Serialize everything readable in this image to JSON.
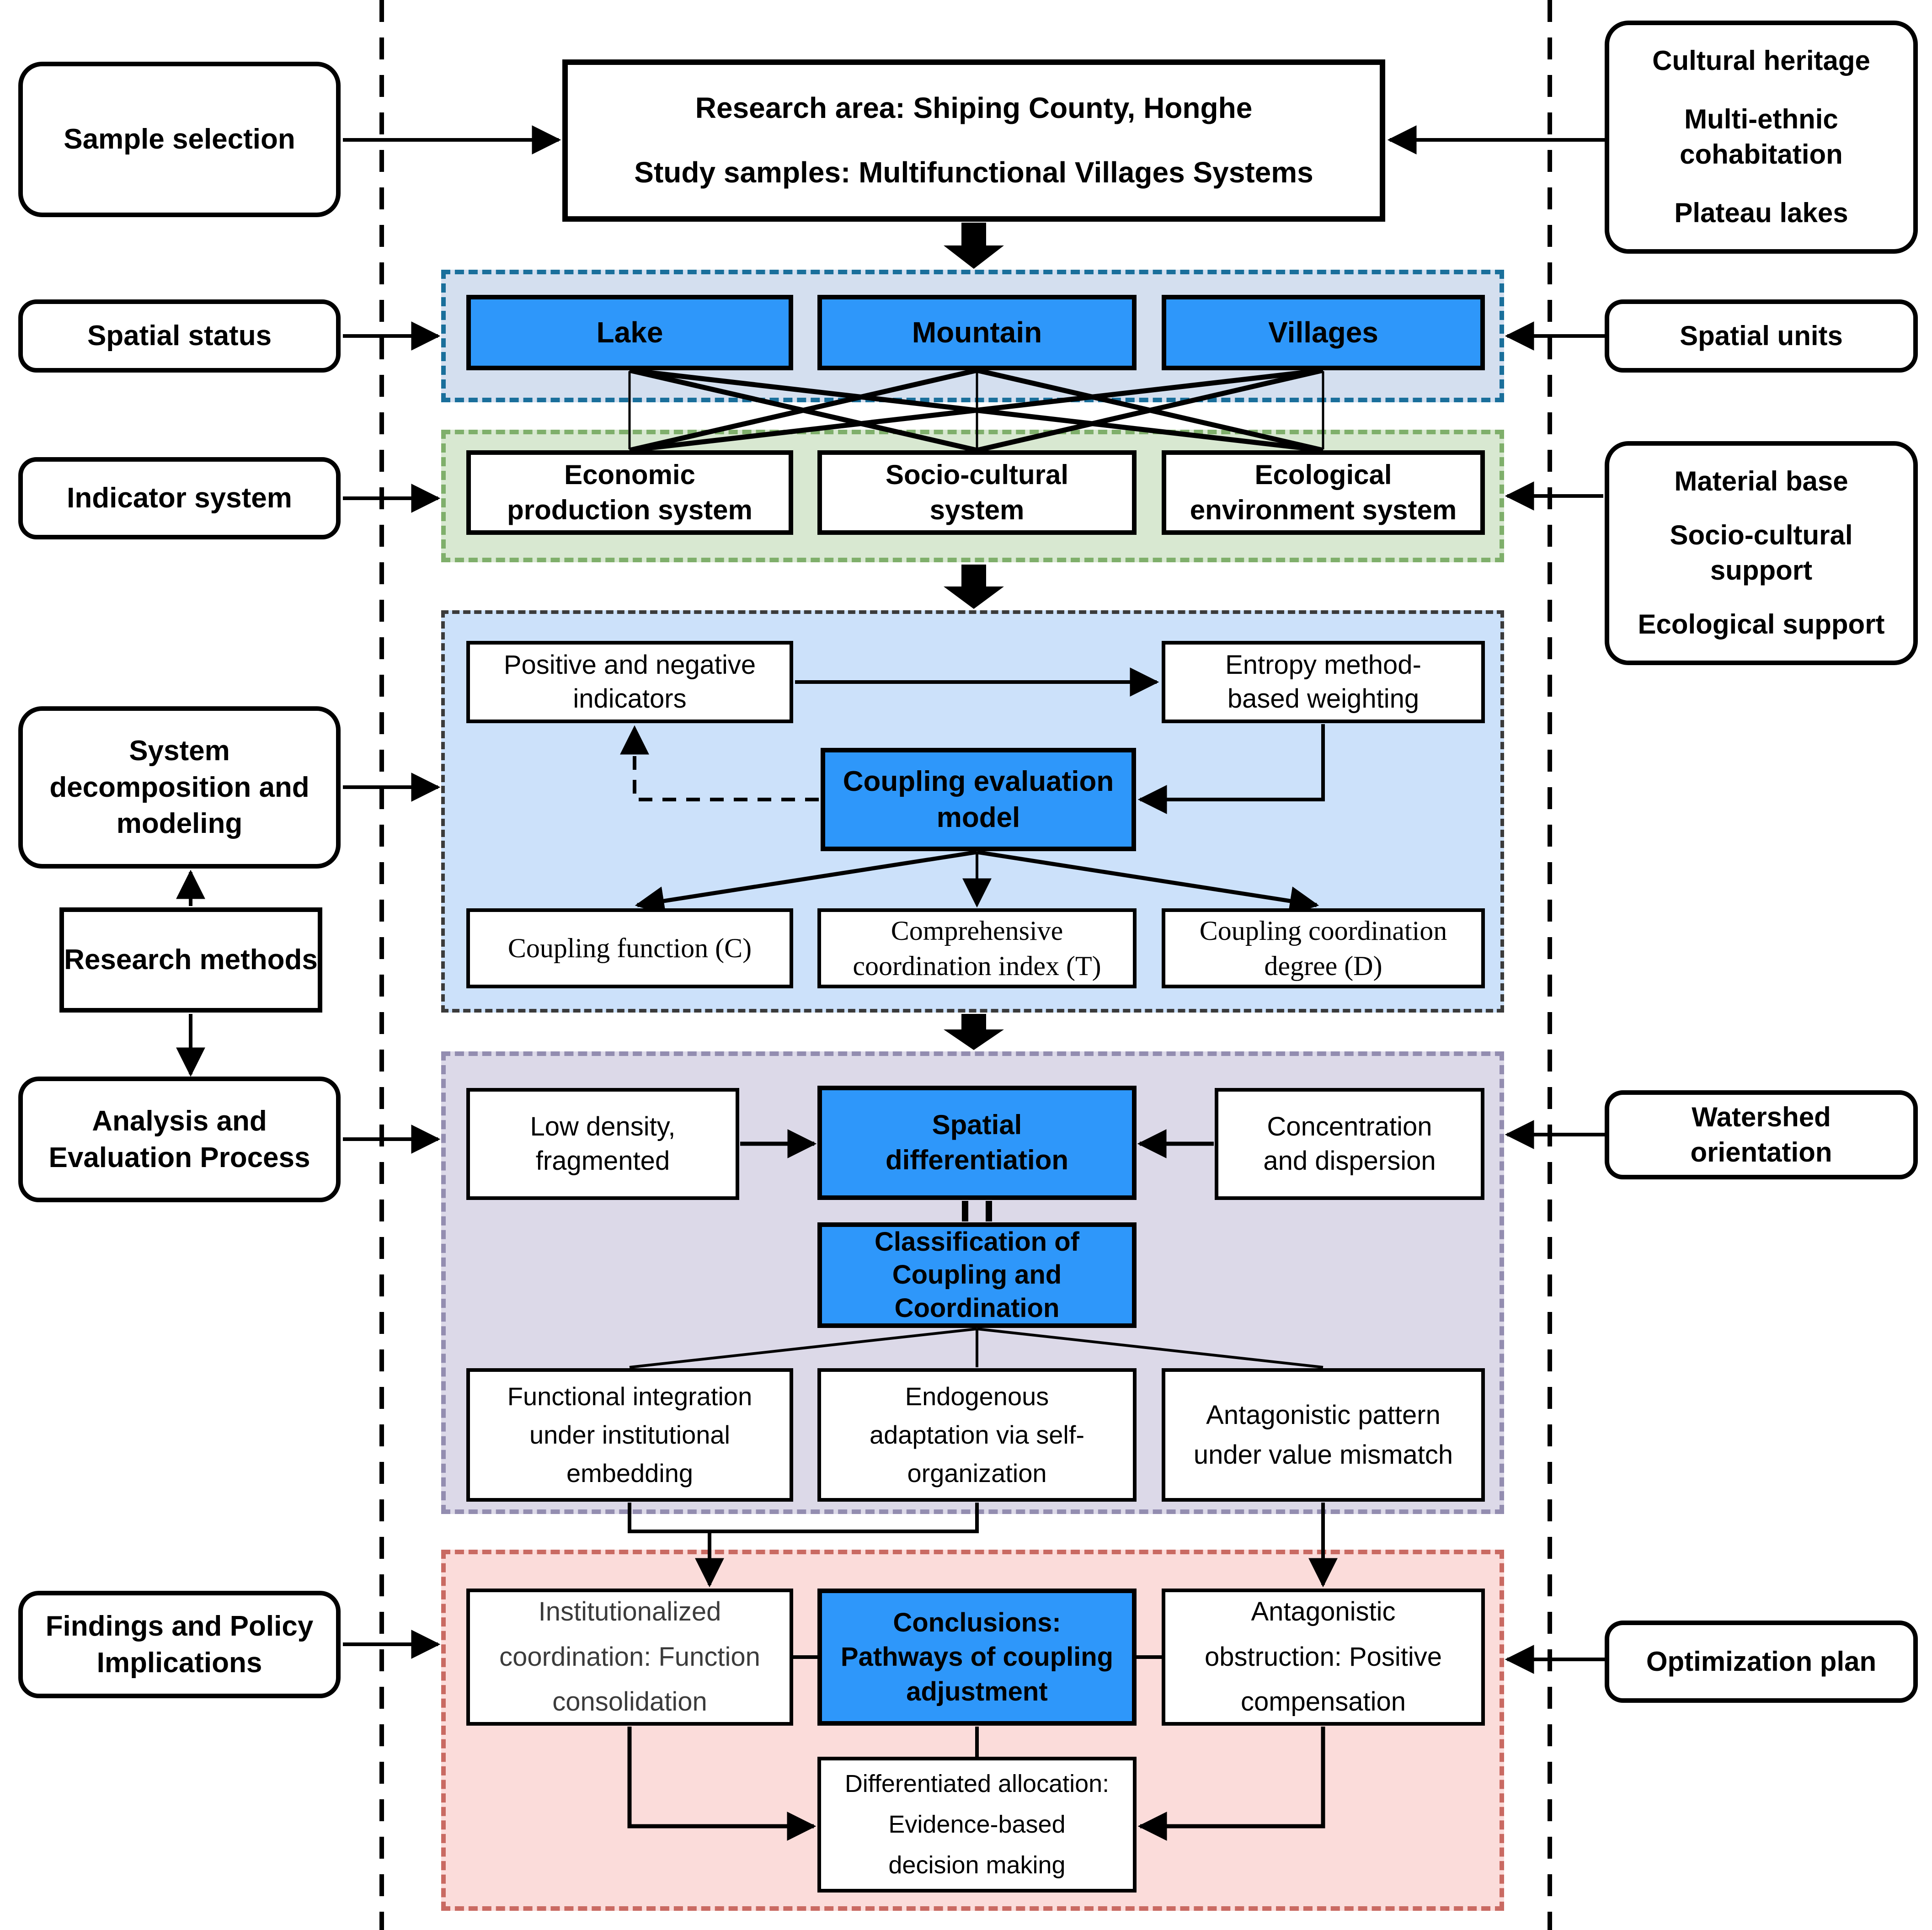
{
  "colors": {
    "highlight_blue": "#2E97FA",
    "spatial_bg": "#D4DFEF",
    "spatial_border": "#1A6F9B",
    "system_bg": "#D8E8D1",
    "system_border": "#7FAF6B",
    "model_bg": "#CCE1FA",
    "model_border": "#3B3B3B",
    "analysis_bg": "#DCD9E8",
    "analysis_border": "#938DB0",
    "conclusion_bg": "#FBDCDA",
    "conclusion_border": "#C96A62",
    "muted_text": "#3B3B3B"
  },
  "left_column": {
    "sample_selection": "Sample selection",
    "spatial_status": "Spatial status",
    "indicator_system": "Indicator system",
    "system_decomposition": "System\ndecomposition and\nmodeling",
    "research_methods": "Research methods",
    "analysis_evaluation": "Analysis and\nEvaluation Process",
    "findings_policy": "Findings and Policy\nImplications"
  },
  "right_column": {
    "cultural_heritage": "Cultural heritage",
    "multi_ethnic": "Multi-ethnic\ncohabitation",
    "plateau_lakes": "Plateau lakes",
    "spatial_units": "Spatial units",
    "material_base": "Material base",
    "socio_cultural_support": "Socio-cultural\nsupport",
    "ecological_support": "Ecological support",
    "watershed_orientation": "Watershed\norientation",
    "optimization_plan": "Optimization plan"
  },
  "research_header": {
    "line1": "Research area: Shiping County, Honghe",
    "line2": "Study samples: Multifunctional Villages Systems"
  },
  "spatial_row": {
    "lake": "Lake",
    "mountain": "Mountain",
    "villages": "Villages"
  },
  "system_row": {
    "economic": "Economic\nproduction system",
    "socio_cultural": "Socio-cultural\nsystem",
    "ecological": "Ecological\nenvironment system"
  },
  "model_section": {
    "positive_negative": "Positive and negative\nindicators",
    "entropy_weighting": "Entropy method-\nbased weighting",
    "coupling_model": "Coupling evaluation\nmodel",
    "coupling_function": "Coupling function (C)",
    "coordination_index": "Comprehensive\ncoordination index (T)",
    "coordination_degree": "Coupling coordination\ndegree (D)"
  },
  "analysis_section": {
    "low_density": "Low density,\nfragmented",
    "spatial_differentiation": "Spatial\ndifferentiation",
    "concentration_dispersion": "Concentration\nand dispersion",
    "classification": "Classification of\nCoupling and\nCoordination",
    "functional_integration": "Functional integration\nunder institutional\nembedding",
    "endogenous_adaptation": "Endogenous\nadaptation via self-\norganization",
    "antagonistic_pattern": "Antagonistic pattern\nunder value mismatch"
  },
  "conclusion_section": {
    "institutionalized": "Institutionalized\ncoordination: Function\nconsolidation",
    "conclusions": "Conclusions:\nPathways of coupling\nadjustment",
    "antagonistic_obstruction": "Antagonistic\nobstruction: Positive\ncompensation",
    "differentiated_allocation": "Differentiated allocation:\nEvidence-based\ndecision making"
  }
}
